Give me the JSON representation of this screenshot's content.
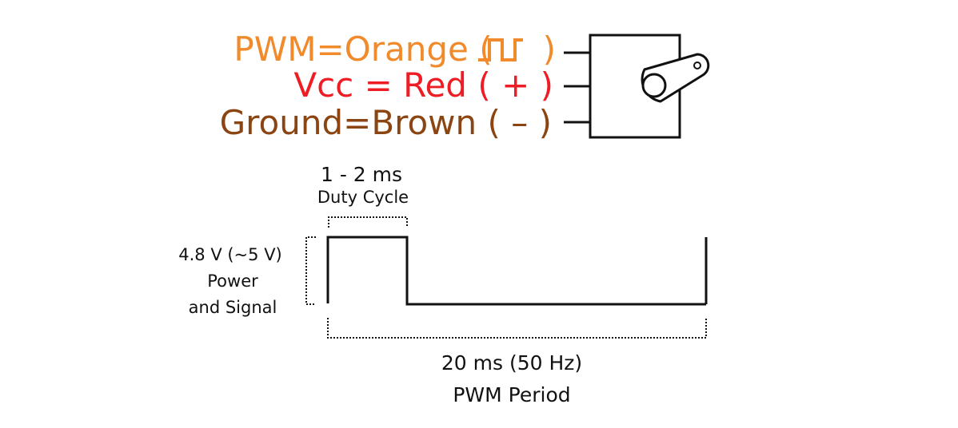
{
  "wires": [
    {
      "name": "PWM",
      "sep": "=",
      "color_name": "Orange",
      "symbol": "",
      "color": "#f18a2b",
      "symbol_icon": "square-wave-icon"
    },
    {
      "name": "Vcc",
      "sep": " = ",
      "color_name": "Red",
      "symbol": "( + )",
      "color": "#ee1c24"
    },
    {
      "name": "Ground",
      "sep": "=",
      "color_name": "Brown",
      "symbol": "( – )",
      "color": "#8b4513"
    }
  ],
  "signal": {
    "duty_value": "1 - 2 ms",
    "duty_label": "Duty Cycle",
    "voltage": "4.8 V (~5 V)",
    "voltage_line2": "Power",
    "voltage_line3": "and Signal",
    "period_value": "20 ms (50 Hz)",
    "period_label": "PWM Period"
  },
  "colors": {
    "line": "#111111",
    "dotted": "#111111"
  }
}
